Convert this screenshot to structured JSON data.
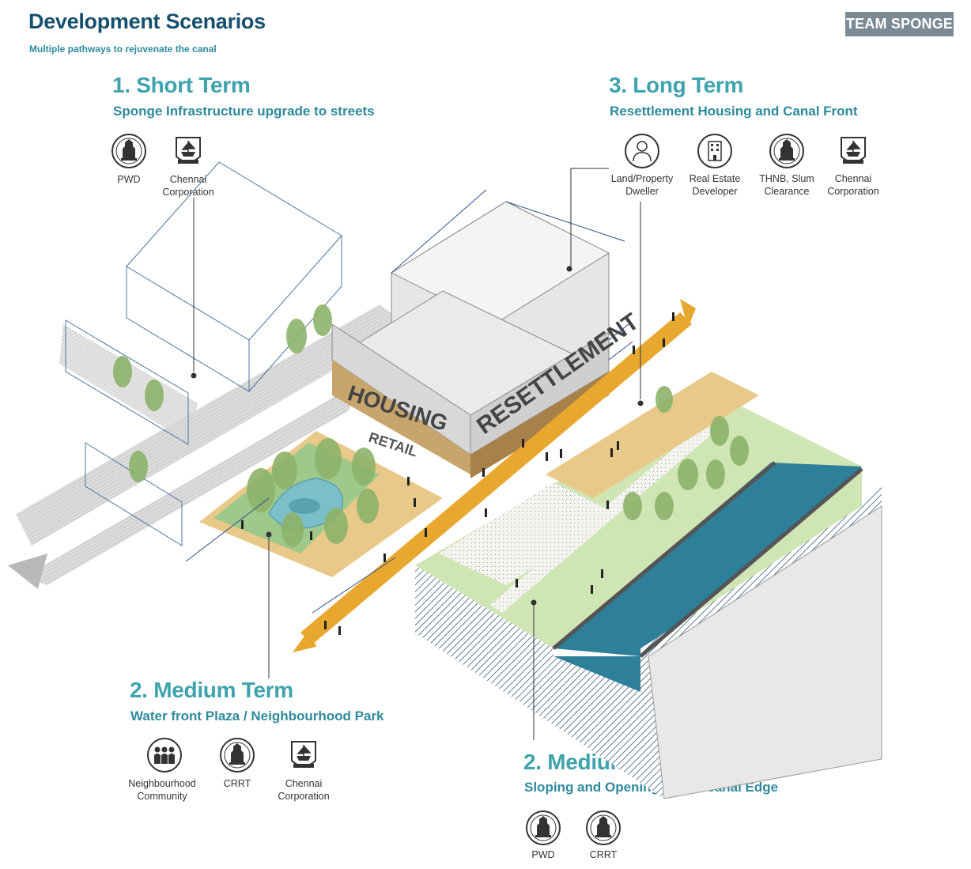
{
  "header": {
    "title": "Development Scenarios",
    "subtitle": "Multiple pathways to rejuvenate the canal",
    "badge": "TEAM SPONGE"
  },
  "sections": {
    "short_term": {
      "heading": "1. Short Term",
      "sub": "Sponge Infrastructure upgrade to streets",
      "stakeholders": [
        {
          "icon": "emblem-seal-icon",
          "label_lines": [
            "PWD"
          ]
        },
        {
          "icon": "ship-seal-icon",
          "label_lines": [
            "Chennai",
            "Corporation"
          ]
        }
      ]
    },
    "long_term": {
      "heading": "3. Long Term",
      "sub": "Resettlement Housing and Canal Front",
      "stakeholders": [
        {
          "icon": "person-icon",
          "label_lines": [
            "Land/Property",
            "Dweller"
          ]
        },
        {
          "icon": "building-icon",
          "label_lines": [
            "Real Estate",
            "Developer"
          ]
        },
        {
          "icon": "emblem-seal-icon",
          "label_lines": [
            "THNB, Slum",
            "Clearance"
          ]
        },
        {
          "icon": "ship-seal-icon",
          "label_lines": [
            "Chennai",
            "Corporation"
          ]
        }
      ]
    },
    "medium_park": {
      "heading": "2. Medium Term",
      "sub": "Water front Plaza / Neighbourhood Park",
      "stakeholders": [
        {
          "icon": "community-icon",
          "label_lines": [
            "Neighbourhood",
            "Community"
          ]
        },
        {
          "icon": "emblem-seal-icon",
          "label_lines": [
            "CRRT"
          ]
        },
        {
          "icon": "ship-seal-icon",
          "label_lines": [
            "Chennai",
            "Corporation"
          ]
        }
      ]
    },
    "medium_canal": {
      "heading": "2. Medium Term",
      "sub": "Sloping and Opening up the canal Edge",
      "stakeholders": [
        {
          "icon": "emblem-seal-icon",
          "label_lines": [
            "PWD"
          ]
        },
        {
          "icon": "emblem-seal-icon",
          "label_lines": [
            "CRRT"
          ]
        }
      ]
    }
  },
  "illustration": {
    "building_labels": [
      "HOUSING",
      "RETAIL",
      "RESETTLEMENT"
    ]
  },
  "colors": {
    "heading": "#3ea3ad",
    "title": "#17506e",
    "water": "#2e7f9a",
    "path": "#e8a830",
    "grass": "#cfe6b4",
    "tree": "#8db36a"
  }
}
